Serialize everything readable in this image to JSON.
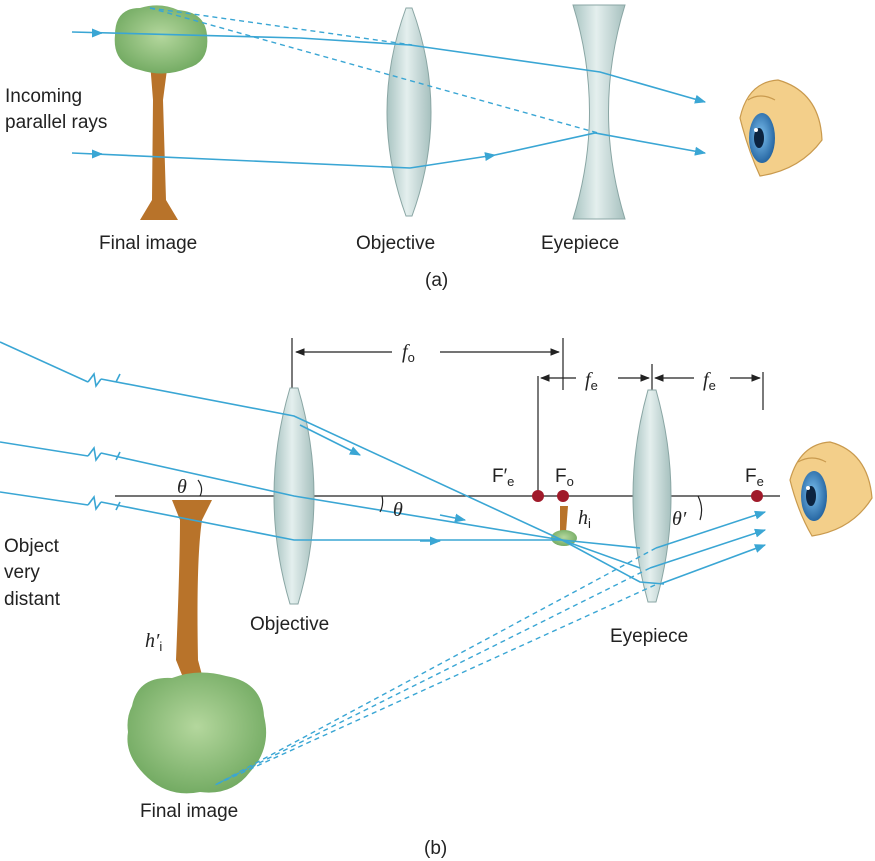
{
  "panel_a": {
    "label_incoming_line1": "Incoming",
    "label_incoming_line2": "parallel rays",
    "label_final_image": "Final image",
    "label_objective": "Objective",
    "label_eyepiece": "Eyepiece",
    "caption": "(a)"
  },
  "panel_b": {
    "label_object_line1": "Object",
    "label_object_line2": "very",
    "label_object_line3": "distant",
    "label_objective": "Objective",
    "label_eyepiece": "Eyepiece",
    "label_final_image": "Final image",
    "caption": "(b)",
    "symbols": {
      "f_o": "f",
      "f_o_sub": "o",
      "f_e": "f",
      "f_e_sub": "e",
      "F_e_prime": "F′",
      "F_e_prime_sub": "e",
      "F_o": "F",
      "F_o_sub": "o",
      "F_e": "F",
      "F_e_sub": "e",
      "theta": "θ",
      "theta_prime": "θ′",
      "h_i": "h",
      "h_i_sub": "i",
      "h_i_prime": "h′",
      "h_i_prime_sub": "i"
    }
  },
  "colors": {
    "ray": "#3aa6d4",
    "lens_fill": "#cfe1e0",
    "trunk": "#b8732a",
    "foliage": "#8cc07a",
    "focal_point": "#a01a2a",
    "iris": "#2f7fbf",
    "skin": "#f3cf8a"
  }
}
